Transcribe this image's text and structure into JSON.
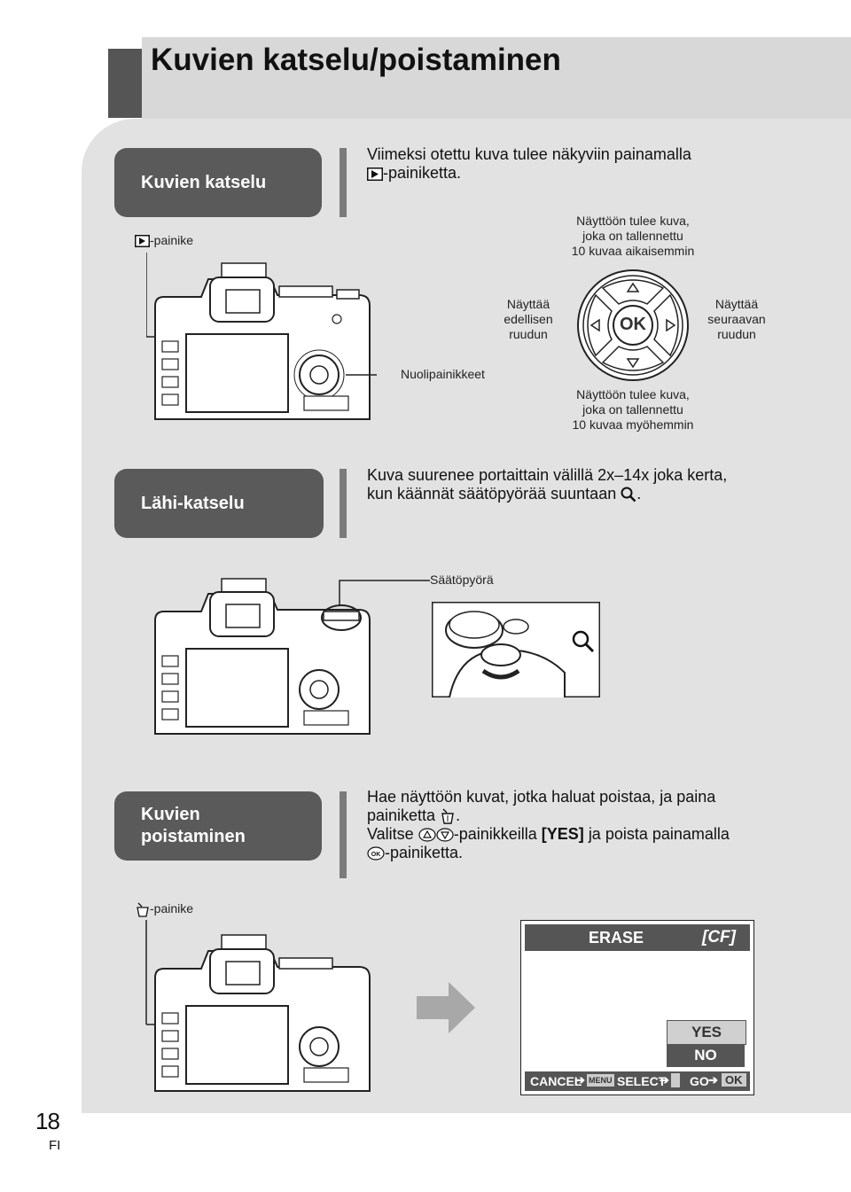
{
  "title": "Kuvien katselu/poistaminen",
  "sections": {
    "playback": {
      "label": "Kuvien katselu",
      "desc_line1": "Viimeksi otettu kuva tulee näkyviin painamalla",
      "desc_line2": "-painiketta.",
      "btn_label": "-painike",
      "top_line1": "Näyttöön tulee kuva,",
      "top_line2": "joka on tallennettu",
      "top_line3": "10 kuvaa aikaisemmin",
      "left_line1": "Näyttää",
      "left_line2": "edellisen",
      "left_line3": "ruudun",
      "right_line1": "Näyttää",
      "right_line2": "seuraavan",
      "right_line3": "ruudun",
      "ok_label": "OK",
      "arrows_label": "Nuolipainikkeet",
      "bottom_line1": "Näyttöön tulee kuva,",
      "bottom_line2": "joka on tallennettu",
      "bottom_line3": "10 kuvaa myöhemmin"
    },
    "closeup": {
      "label": "Lähi-katselu",
      "desc_line1": "Kuva suurenee portaittain välillä 2x–14x joka kerta,",
      "desc_line2": "kun käännät säätöpyörää suuntaan",
      "desc_line2_end": ".",
      "dial_label": "Säätöpyörä"
    },
    "erase": {
      "label_line1": "Kuvien",
      "label_line2": "poistaminen",
      "desc_line1": "Hae näyttöön kuvat, jotka haluat poistaa, ja paina",
      "desc_line2": "painiketta",
      "desc_line2_end": ".",
      "desc_line3_a": "Valitse",
      "desc_line3_b": "-painikkeilla",
      "desc_line3_yes": "[YES]",
      "desc_line3_c": "ja poista painamalla",
      "desc_line4": "-painiketta.",
      "btn_label": "-painike",
      "lcd": {
        "header": "ERASE",
        "card": "[CF]",
        "yes": "YES",
        "no": "NO",
        "cancel": "CANCEL",
        "menu": "MENU",
        "select": "SELECT",
        "go": "GO",
        "ok": "OK"
      }
    }
  },
  "page": {
    "number": "18",
    "lang": "FI"
  },
  "icons": [
    "play-icon",
    "zoom-icon",
    "trash-icon",
    "up-arrow-icon",
    "down-arrow-icon",
    "ok-icon",
    "camera-back-illustration",
    "arrow-right-icon"
  ],
  "colors": {
    "pill": "#5a5a5a",
    "panel": "#e2e2e2",
    "title_box": "#d8d8d8",
    "lcd_bar": "#555555"
  }
}
